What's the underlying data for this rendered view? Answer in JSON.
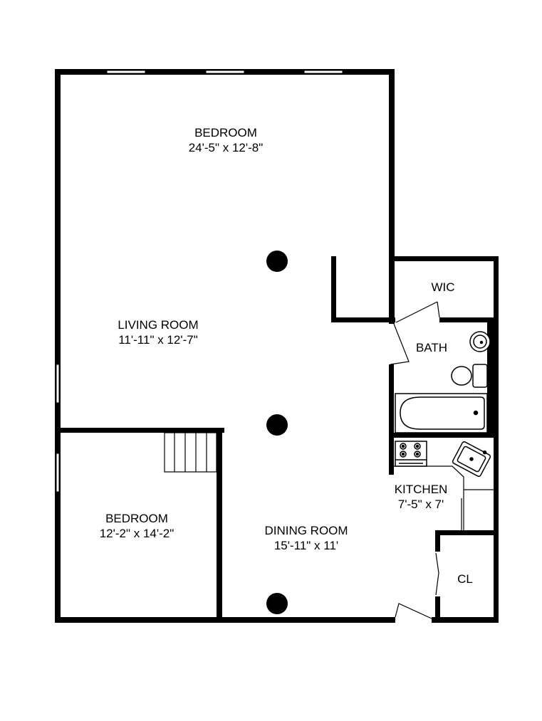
{
  "rooms": {
    "bedroom_top": {
      "name": "BEDROOM",
      "size": "24'-5\" x 12'-8\""
    },
    "living_room": {
      "name": "LIVING ROOM",
      "size": "11'-11\" x 12'-7\""
    },
    "bedroom_bottom": {
      "name": "BEDROOM",
      "size": "12'-2\" x 14'-2\""
    },
    "dining_room": {
      "name": "DINING ROOM",
      "size": "15'-11\" x 11'"
    },
    "kitchen": {
      "name": "KITCHEN",
      "size": "7'-5\" x 7'"
    },
    "wic": {
      "name": "WIC"
    },
    "bath": {
      "name": "BATH"
    },
    "closet": {
      "name": "CL"
    }
  },
  "colors": {
    "wall": "#000000",
    "background": "#ffffff",
    "fixture_fill": "#ffffff",
    "fixture_stroke": "#000000"
  }
}
